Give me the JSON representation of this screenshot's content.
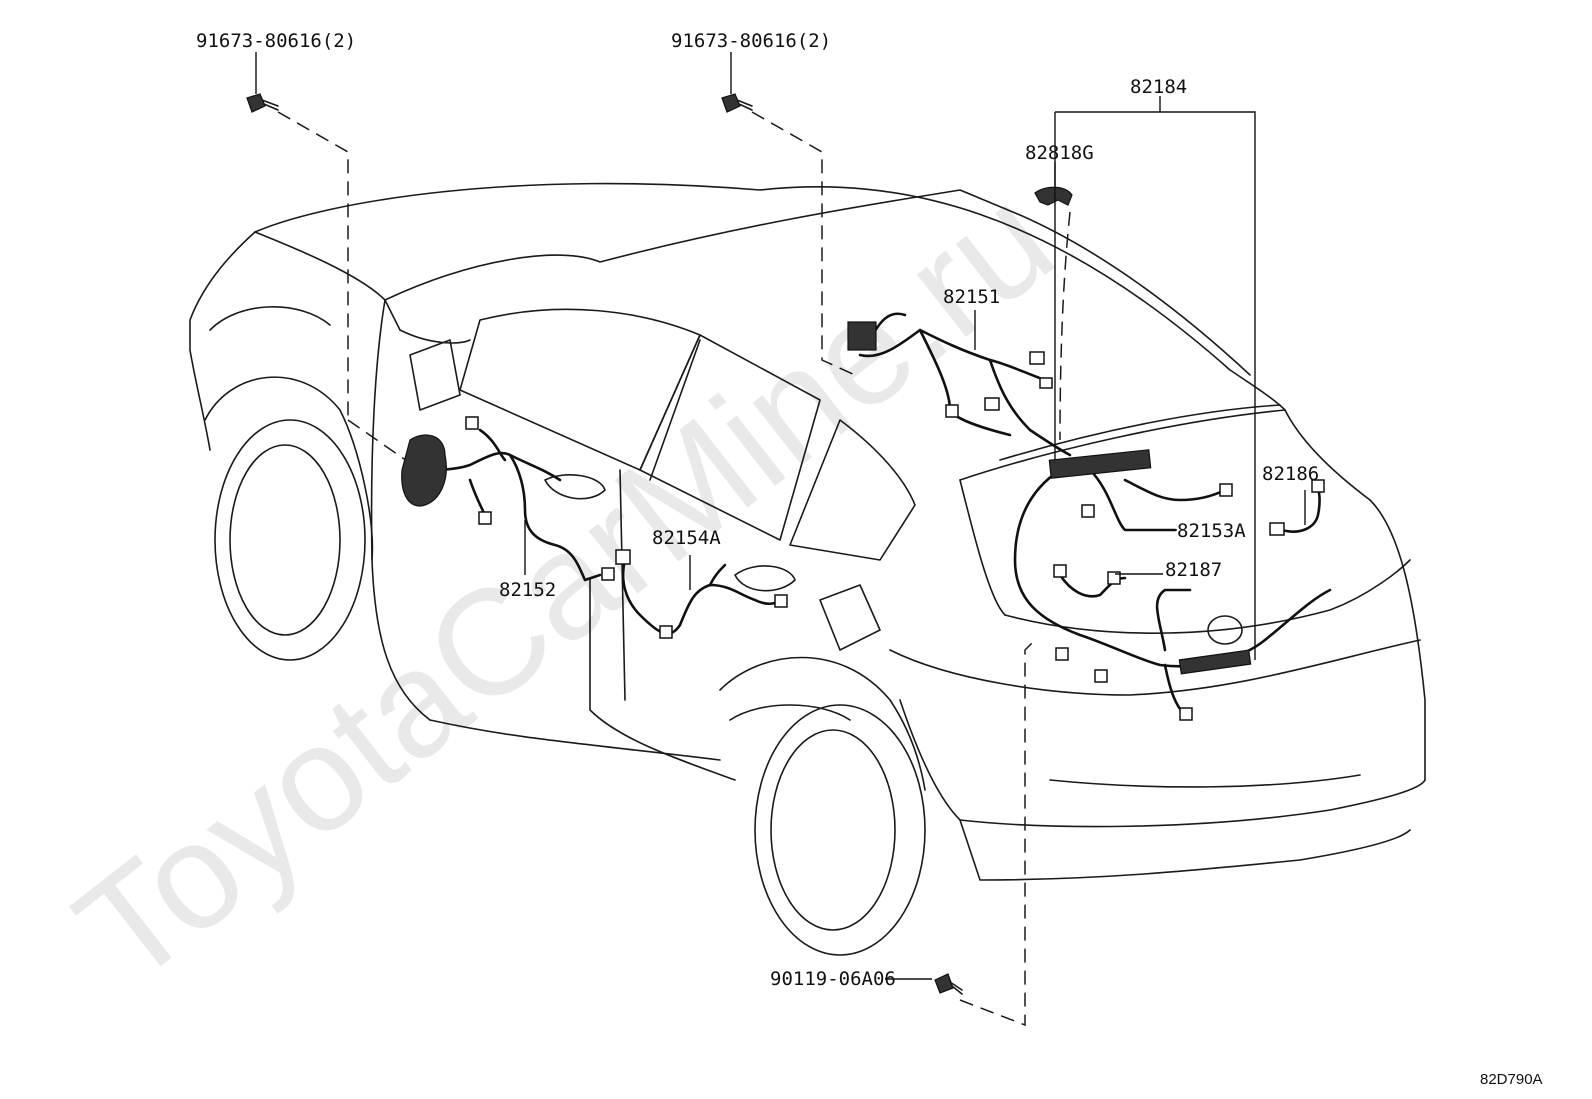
{
  "watermark": "ToyotaCarMine.ru",
  "figure_code": "82D790A",
  "parts": {
    "bolt_front_left": "91673-80616(2)",
    "bolt_front_right": "91673-80616(2)",
    "harness_group": "82184",
    "clamp": "82818G",
    "roof_harness": "82151",
    "front_door_harness": "82152",
    "rear_door_harness": "82154A",
    "back_door_harness": "82153A",
    "sensor_harness": "82186",
    "plate_harness": "82187",
    "bolt_rear": "90119-06A06"
  }
}
